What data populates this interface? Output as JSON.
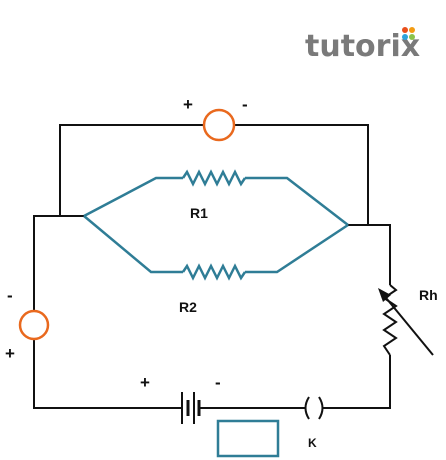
{
  "brand": {
    "name": "tutorix",
    "text_color": "#7a7a7a",
    "dot_colors": [
      "#e94e1b",
      "#f39c12",
      "#2ea3db",
      "#8bc34a"
    ]
  },
  "colors": {
    "wire": "#111111",
    "resistor_network": "#2f7d96",
    "meter": "#e9691e"
  },
  "labels": {
    "top_meter_plus": "+",
    "top_meter_minus": "-",
    "left_meter_minus": "-",
    "left_meter_plus": "+",
    "battery_plus": "+",
    "battery_minus": "-",
    "r1": "R1",
    "r2": "R2",
    "rheostat": "Rh",
    "key": "K"
  }
}
